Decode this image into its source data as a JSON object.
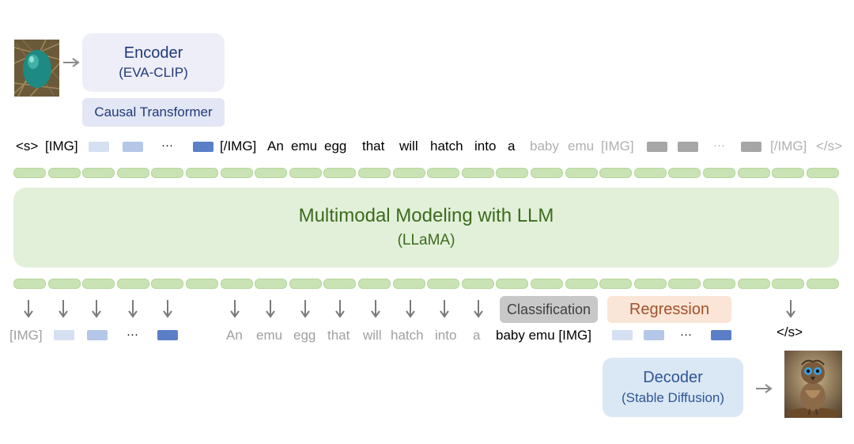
{
  "encoder": {
    "title": "Encoder",
    "subtitle": "(EVA-CLIP)"
  },
  "causal_transformer": "Causal Transformer",
  "llm": {
    "title": "Multimodal Modeling with LLM",
    "subtitle": "(LLaMA)"
  },
  "decoder": {
    "title": "Decoder",
    "subtitle": "(Stable Diffusion)"
  },
  "input_tokens": {
    "bos": "<s>",
    "img_open": "[IMG]",
    "ellipsis": "···",
    "img_close": "[/IMG]",
    "words": [
      "An",
      "emu",
      "egg",
      "that",
      "will",
      "hatch",
      "into",
      "a"
    ],
    "target_words": [
      "baby",
      "emu"
    ],
    "target_img_open": "[IMG]",
    "target_ellipsis": "···",
    "target_img_close": "[/IMG]",
    "eos": "</s>"
  },
  "output_tokens": {
    "img_open": "[IMG]",
    "ellipsis": "···",
    "words": [
      "An",
      "emu",
      "egg",
      "that",
      "will",
      "hatch",
      "into",
      "a"
    ],
    "highlight": "baby emu [IMG]",
    "reg_ellipsis": "···",
    "eos": "</s>"
  },
  "heads": {
    "classification": "Classification",
    "regression": "Regression"
  },
  "colors": {
    "encoder_bg": "#eeeef8",
    "llm_bg": "#e2f0d9",
    "decoder_bg": "#dae8f5",
    "class_bg": "#c8c8c8",
    "reg_bg": "#fbe5d6",
    "emb_light": "#d5e0f2",
    "emb_mid": "#b4c7e7",
    "emb_dark": "#5b7fc7",
    "gray_token": "#a6a6a6"
  },
  "images": {
    "input": "emu-egg-image",
    "output": "baby-emu-image"
  }
}
